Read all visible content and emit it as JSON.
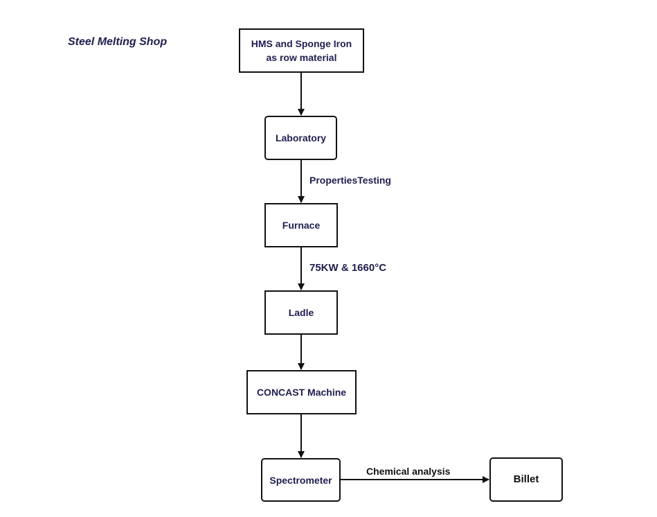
{
  "title": "Steel Melting Shop",
  "nodes": {
    "raw_material": "HMS and Sponge Iron\nas row material",
    "laboratory": "Laboratory",
    "furnace": "Furnace",
    "ladle": "Ladle",
    "concast": "CONCAST Machine",
    "spectrometer": "Spectrometer",
    "billet": "Billet"
  },
  "edge_labels": {
    "lab_to_furnace": "PropertiesTesting",
    "furnace_to_ladle": "75KW & 1660°C",
    "spectrometer_to_billet": "Chemical analysis"
  },
  "colors": {
    "text": "#1f1d4f",
    "line": "#111111"
  }
}
